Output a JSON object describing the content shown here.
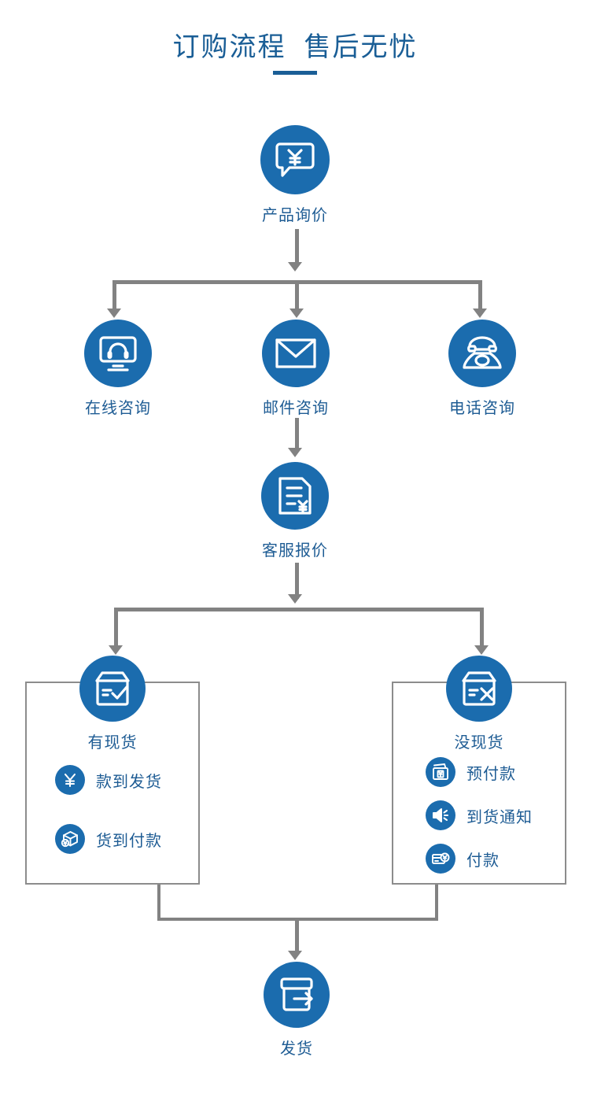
{
  "header": {
    "title": "订购流程  售后无忧",
    "underline_color": "#1A5E96"
  },
  "theme": {
    "circle_blue": "#1B6CAE",
    "label_blue": "#1E5C94",
    "connector_gray": "#828282",
    "box_border_gray": "#8C8C8C",
    "background": "#FFFFFF"
  },
  "flow": {
    "start": {
      "label": "产品询价",
      "icon": "speech-bubble-yuan-icon"
    },
    "consult_options": [
      {
        "label": "在线咨询",
        "icon": "monitor-headset-icon"
      },
      {
        "label": "邮件咨询",
        "icon": "envelope-icon"
      },
      {
        "label": "电话咨询",
        "icon": "telephone-icon"
      }
    ],
    "quote": {
      "label": "客服报价",
      "icon": "document-yuan-icon"
    },
    "stock_branches": [
      {
        "label": "有现货",
        "icon": "box-check-icon",
        "items": [
          {
            "label": "款到发货",
            "icon": "yuan-icon"
          },
          {
            "label": "货到付款",
            "icon": "package-yuan-icon"
          }
        ]
      },
      {
        "label": "没现货",
        "icon": "box-cross-icon",
        "items": [
          {
            "label": "预付款",
            "icon": "wallet-yuan-icon"
          },
          {
            "label": "到货通知",
            "icon": "speaker-notify-icon"
          },
          {
            "label": "付款",
            "icon": "card-yuan-icon"
          }
        ]
      }
    ],
    "end": {
      "label": "发货",
      "icon": "box-arrow-out-icon"
    }
  }
}
